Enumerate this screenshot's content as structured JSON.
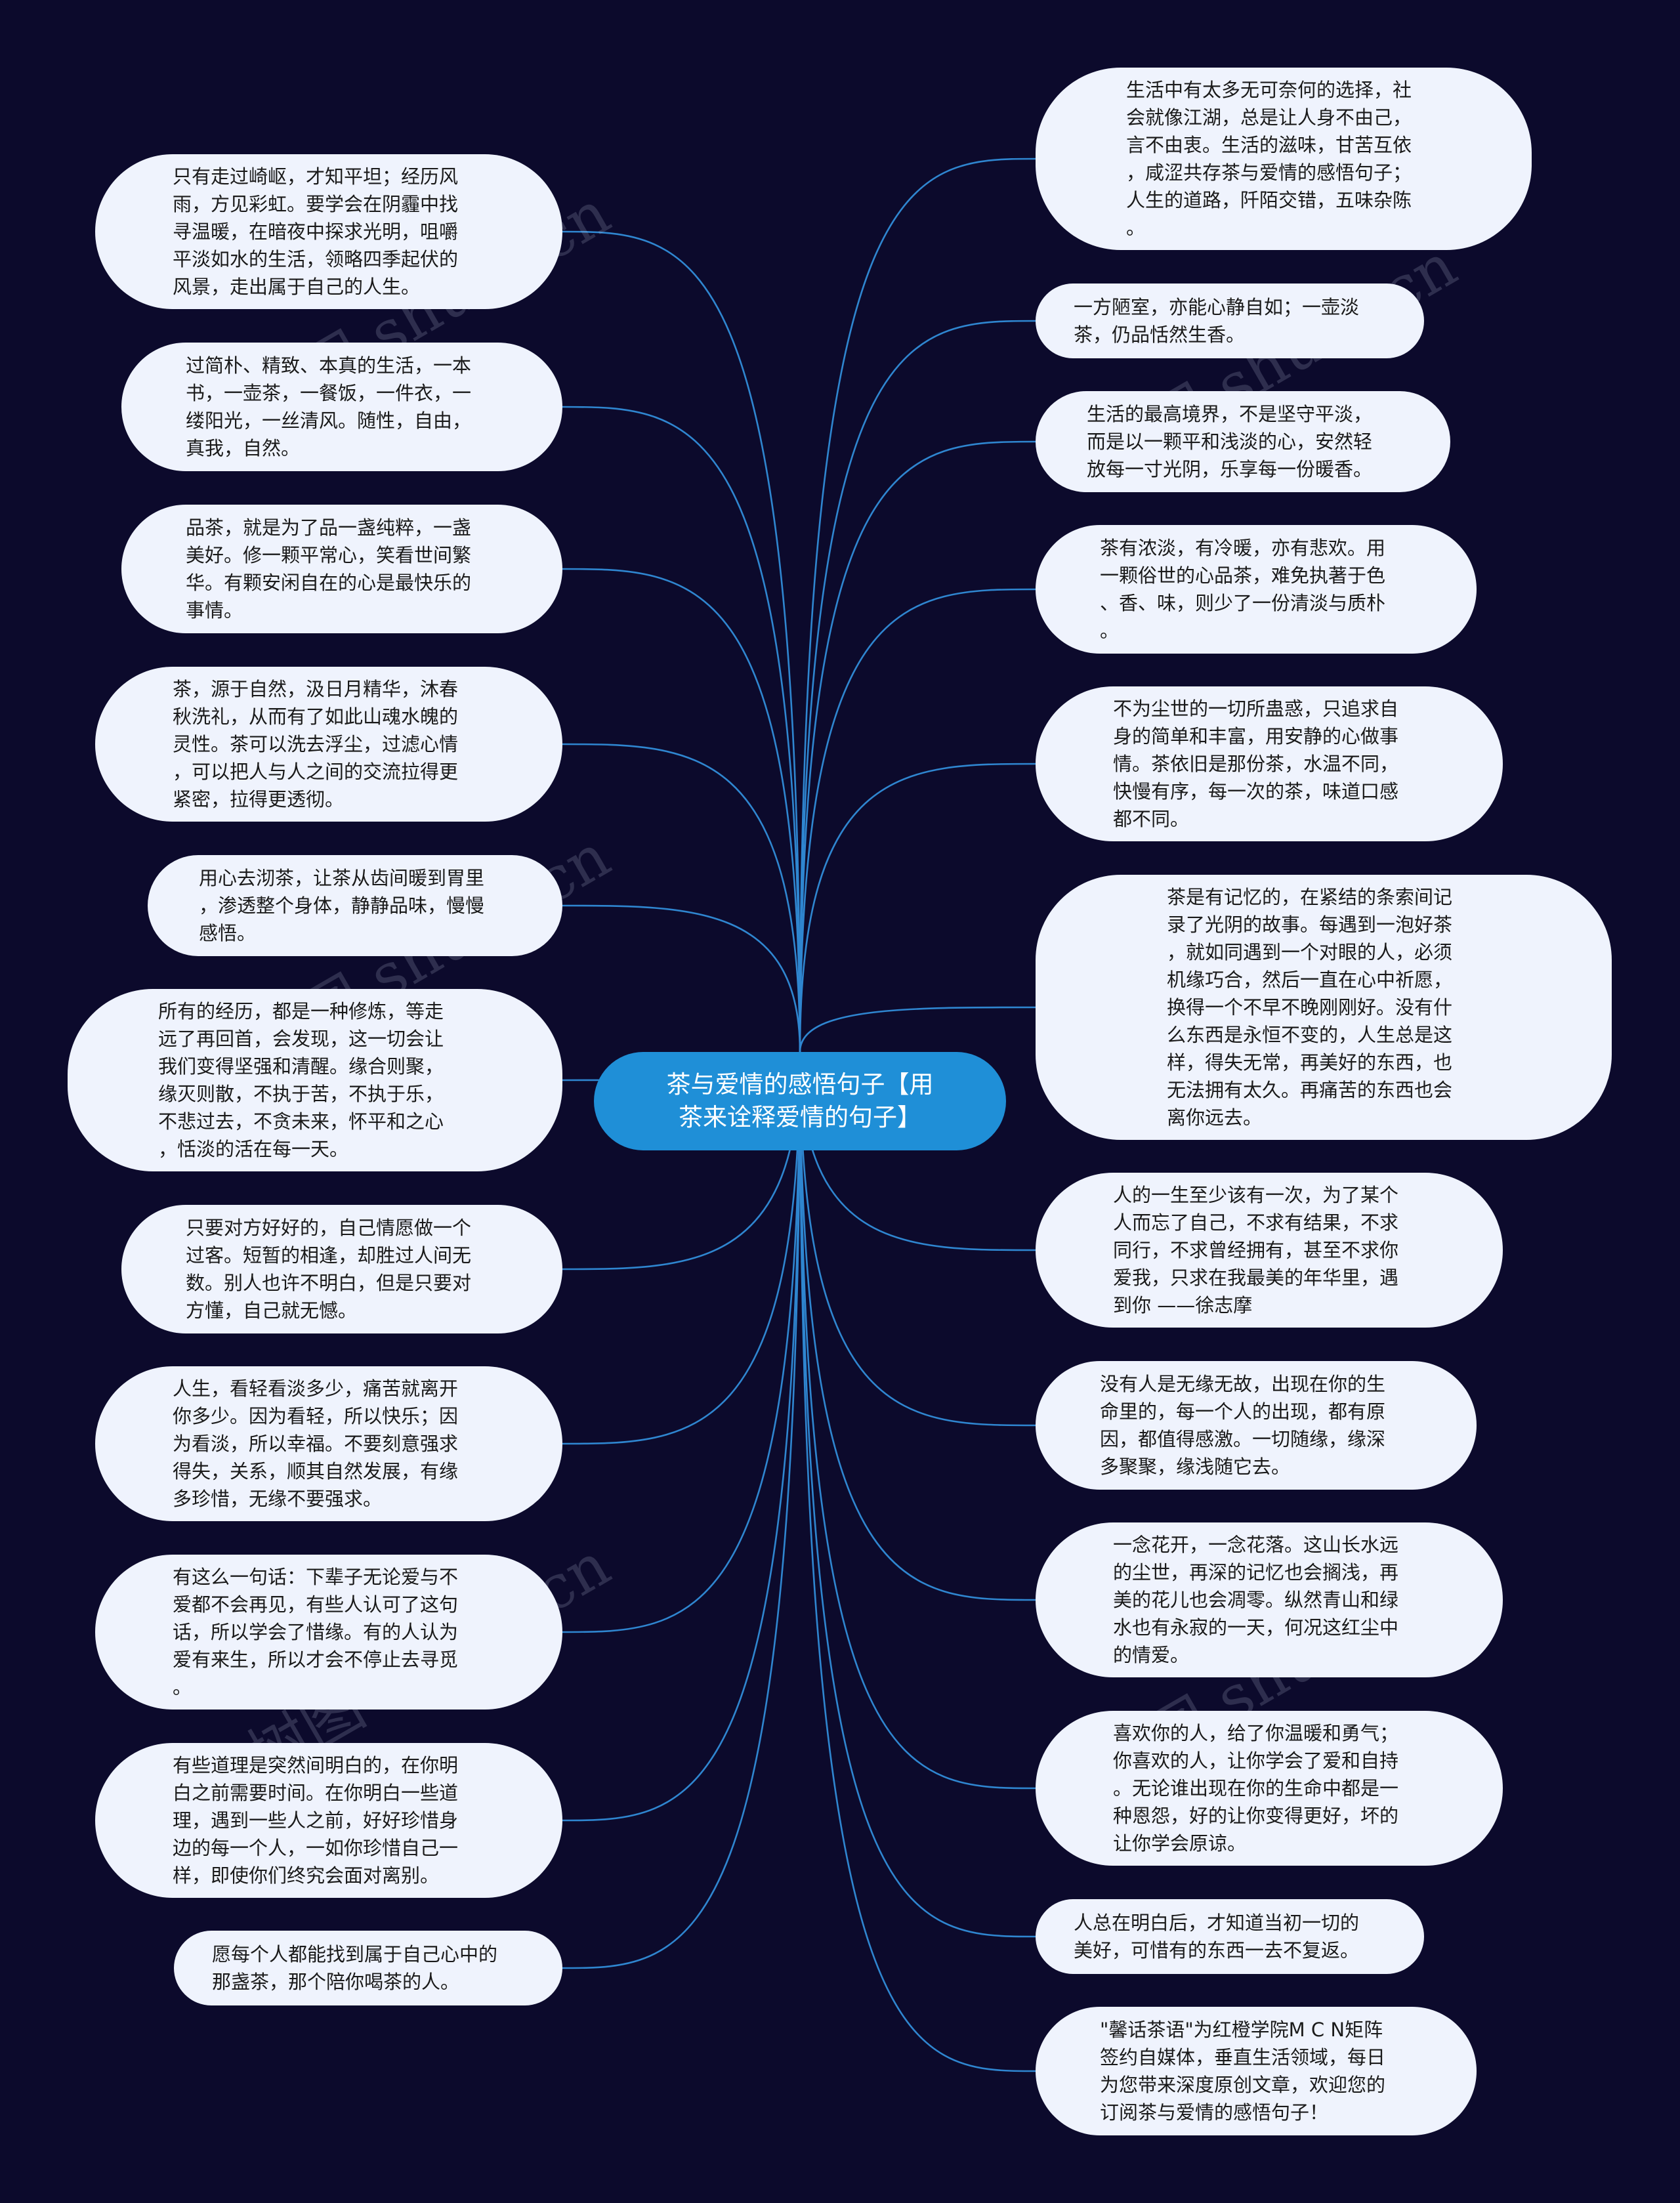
{
  "center": {
    "line1": "茶与爱情的感悟句子【用",
    "line2": "茶来诠释爱情的句子】"
  },
  "colors": {
    "background": "#0c0a2c",
    "center_fill": "#1f8fd7",
    "node_fill": "#eff3fd",
    "connector": "#2f86d0"
  },
  "left_nodes": [
    {
      "text": "只有走过崎岖，才知平坦；经历风\n雨，方见彩虹。要学会在阴霾中找\n寻温暖，在暗夜中探求光明，咀嚼\n平淡如水的生活，领略四季起伏的\n风景，走出属于自己的人生。"
    },
    {
      "text": "过简朴、精致、本真的生活，一本\n书，一壶茶，一餐饭，一件衣，一\n缕阳光，一丝清风。随性，自由，\n真我，自然。"
    },
    {
      "text": "品茶，就是为了品一盏纯粹，一盏\n美好。修一颗平常心，笑看世间繁\n华。有颗安闲自在的心是最快乐的\n事情。"
    },
    {
      "text": "茶，源于自然，汲日月精华，沐春\n秋洗礼，从而有了如此山魂水魄的\n灵性。茶可以洗去浮尘，过滤心情\n，可以把人与人之间的交流拉得更\n紧密，拉得更透彻。"
    },
    {
      "text": "用心去沏茶，让茶从齿间暖到胃里\n，渗透整个身体，静静品味，慢慢\n感悟。"
    },
    {
      "text": "所有的经历，都是一种修炼，等走\n远了再回首，会发现，这一切会让\n我们变得坚强和清醒。缘合则聚，\n缘灭则散，不执于苦，不执于乐，\n不悲过去，不贪未来，怀平和之心\n，恬淡的活在每一天。"
    },
    {
      "text": "只要对方好好的，自己情愿做一个\n过客。短暂的相逢，却胜过人间无\n数。别人也许不明白，但是只要对\n方懂，自己就无憾。"
    },
    {
      "text": "人生，看轻看淡多少，痛苦就离开\n你多少。因为看轻，所以快乐；因\n为看淡，所以幸福。不要刻意强求\n得失，关系，顺其自然发展，有缘\n多珍惜，无缘不要强求。"
    },
    {
      "text": "有这么一句话：下辈子无论爱与不\n爱都不会再见，有些人认可了这句\n话，所以学会了惜缘。有的人认为\n爱有来生，所以才会不停止去寻觅\n。"
    },
    {
      "text": "有些道理是突然间明白的，在你明\n白之前需要时间。在你明白一些道\n理，遇到一些人之前，好好珍惜身\n边的每一个人，一如你珍惜自己一\n样，即使你们终究会面对离别。"
    },
    {
      "text": "愿每个人都能找到属于自己心中的\n那盏茶，那个陪你喝茶的人。"
    }
  ],
  "right_nodes": [
    {
      "text": "生活中有太多无可奈何的选择，社\n会就像江湖，总是让人身不由己，\n言不由衷。生活的滋味，甘苦互依\n，咸涩共存茶与爱情的感悟句子；\n人生的道路，阡陌交错，五味杂陈\n。"
    },
    {
      "text": "一方陋室，亦能心静自如；一壶淡\n茶，仍品恬然生香。"
    },
    {
      "text": "生活的最高境界，不是坚守平淡，\n而是以一颗平和浅淡的心，安然轻\n放每一寸光阴，乐享每一份暖香。"
    },
    {
      "text": "茶有浓淡，有冷暖，亦有悲欢。用\n一颗俗世的心品茶，难免执著于色\n、香、味，则少了一份清淡与质朴\n。"
    },
    {
      "text": "不为尘世的一切所蛊惑，只追求自\n身的简单和丰富，用安静的心做事\n情。茶依旧是那份茶，水温不同，\n快慢有序，每一次的茶，味道口感\n都不同。"
    },
    {
      "text": "茶是有记忆的，在紧结的条索间记\n录了光阴的故事。每遇到一泡好茶\n，就如同遇到一个对眼的人，必须\n机缘巧合，然后一直在心中祈愿，\n换得一个不早不晚刚刚好。没有什\n么东西是永恒不变的，人生总是这\n样，得失无常，再美好的东西，也\n无法拥有太久。再痛苦的东西也会\n离你远去。"
    },
    {
      "text": "人的一生至少该有一次，为了某个\n人而忘了自己，不求有结果，不求\n同行，不求曾经拥有，甚至不求你\n爱我，只求在我最美的年华里，遇\n到你 ——徐志摩"
    },
    {
      "text": "没有人是无缘无故，出现在你的生\n命里的，每一个人的出现，都有原\n因，都值得感激。一切随缘，缘深\n多聚聚，缘浅随它去。"
    },
    {
      "text": "一念花开，一念花落。这山长水远\n的尘世，再深的记忆也会搁浅，再\n美的花儿也会凋零。纵然青山和绿\n水也有永寂的一天，何况这红尘中\n的情爱。"
    },
    {
      "text": "喜欢你的人，给了你温暖和勇气；\n你喜欢的人，让你学会了爱和自持\n。无论谁出现在你的生命中都是一\n种恩怨，好的让你变得更好，坏的\n让你学会原谅。"
    },
    {
      "text": "人总在明白后，才知道当初一切的\n美好，可惜有的东西一去不复返。"
    },
    {
      "text": "\"馨话茶语\"为红橙学院M C N矩阵\n签约自媒体，垂直生活领域，每日\n为您带来深度原创文章，欢迎您的\n订阅茶与爱情的感悟句子！"
    }
  ],
  "watermark": "树图 shutu.cn"
}
